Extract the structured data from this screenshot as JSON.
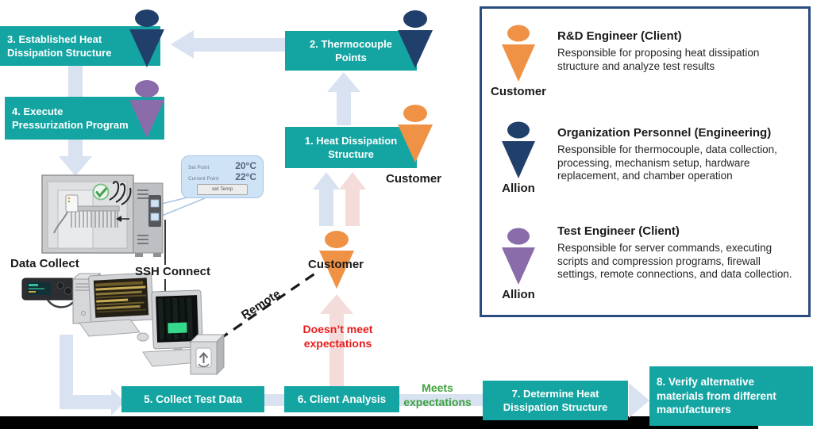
{
  "colors": {
    "teal": "#14A5A2",
    "navy": "#20406B",
    "orange": "#F09245",
    "purple": "#8A6CAB",
    "arrow_blue": "#D9E2F1",
    "arrow_pink": "#F3DCD9",
    "red_text": "#E81C1C",
    "green_text": "#3FA33C",
    "legend_border": "#2B4D7E"
  },
  "flow": {
    "step1": "1. Heat Dissipation\nStructure",
    "step2": "2. Thermocouple\nPoints",
    "step3": "3. Established Heat\nDissipation Structure",
    "step4": "4. Execute\nPressurization Program",
    "step5": "5. Collect Test Data",
    "step6": "6. Client Analysis",
    "step7": "7. Determine Heat\nDissipation Structure",
    "step8": "8. Verify alternative\nmaterials from different\nmanufacturers",
    "outcome_negative": "Doesn’t meet\nexpectations",
    "outcome_positive": "Meets\nexpectations"
  },
  "labels": {
    "customer_mid": "Customer",
    "customer_step1": "Customer",
    "data_collect": "Data Collect",
    "ssh_connect": "SSH Connect",
    "remote": "Remote"
  },
  "chamber_callout": {
    "set_point_label": "Set Point",
    "set_point_value": "20°C",
    "current_point_label": "Current Point",
    "current_point_value": "22°C",
    "button_label": "set Temp"
  },
  "legend": {
    "entries": [
      {
        "role": "R&D Engineer (Client)",
        "description": "Responsible for proposing heat dissipation structure and analyze test results",
        "tag": "Customer"
      },
      {
        "role": "Organization Personnel (Engineering)",
        "description": "Responsible for thermocouple, data collection, processing, mechanism setup, hardware replacement, and chamber operation",
        "tag": "Allion"
      },
      {
        "role": "Test Engineer (Client)",
        "description": "Responsible for server commands, executing scripts and compression programs, firewall settings, remote connections, and data collection.",
        "tag": "Allion"
      }
    ]
  }
}
